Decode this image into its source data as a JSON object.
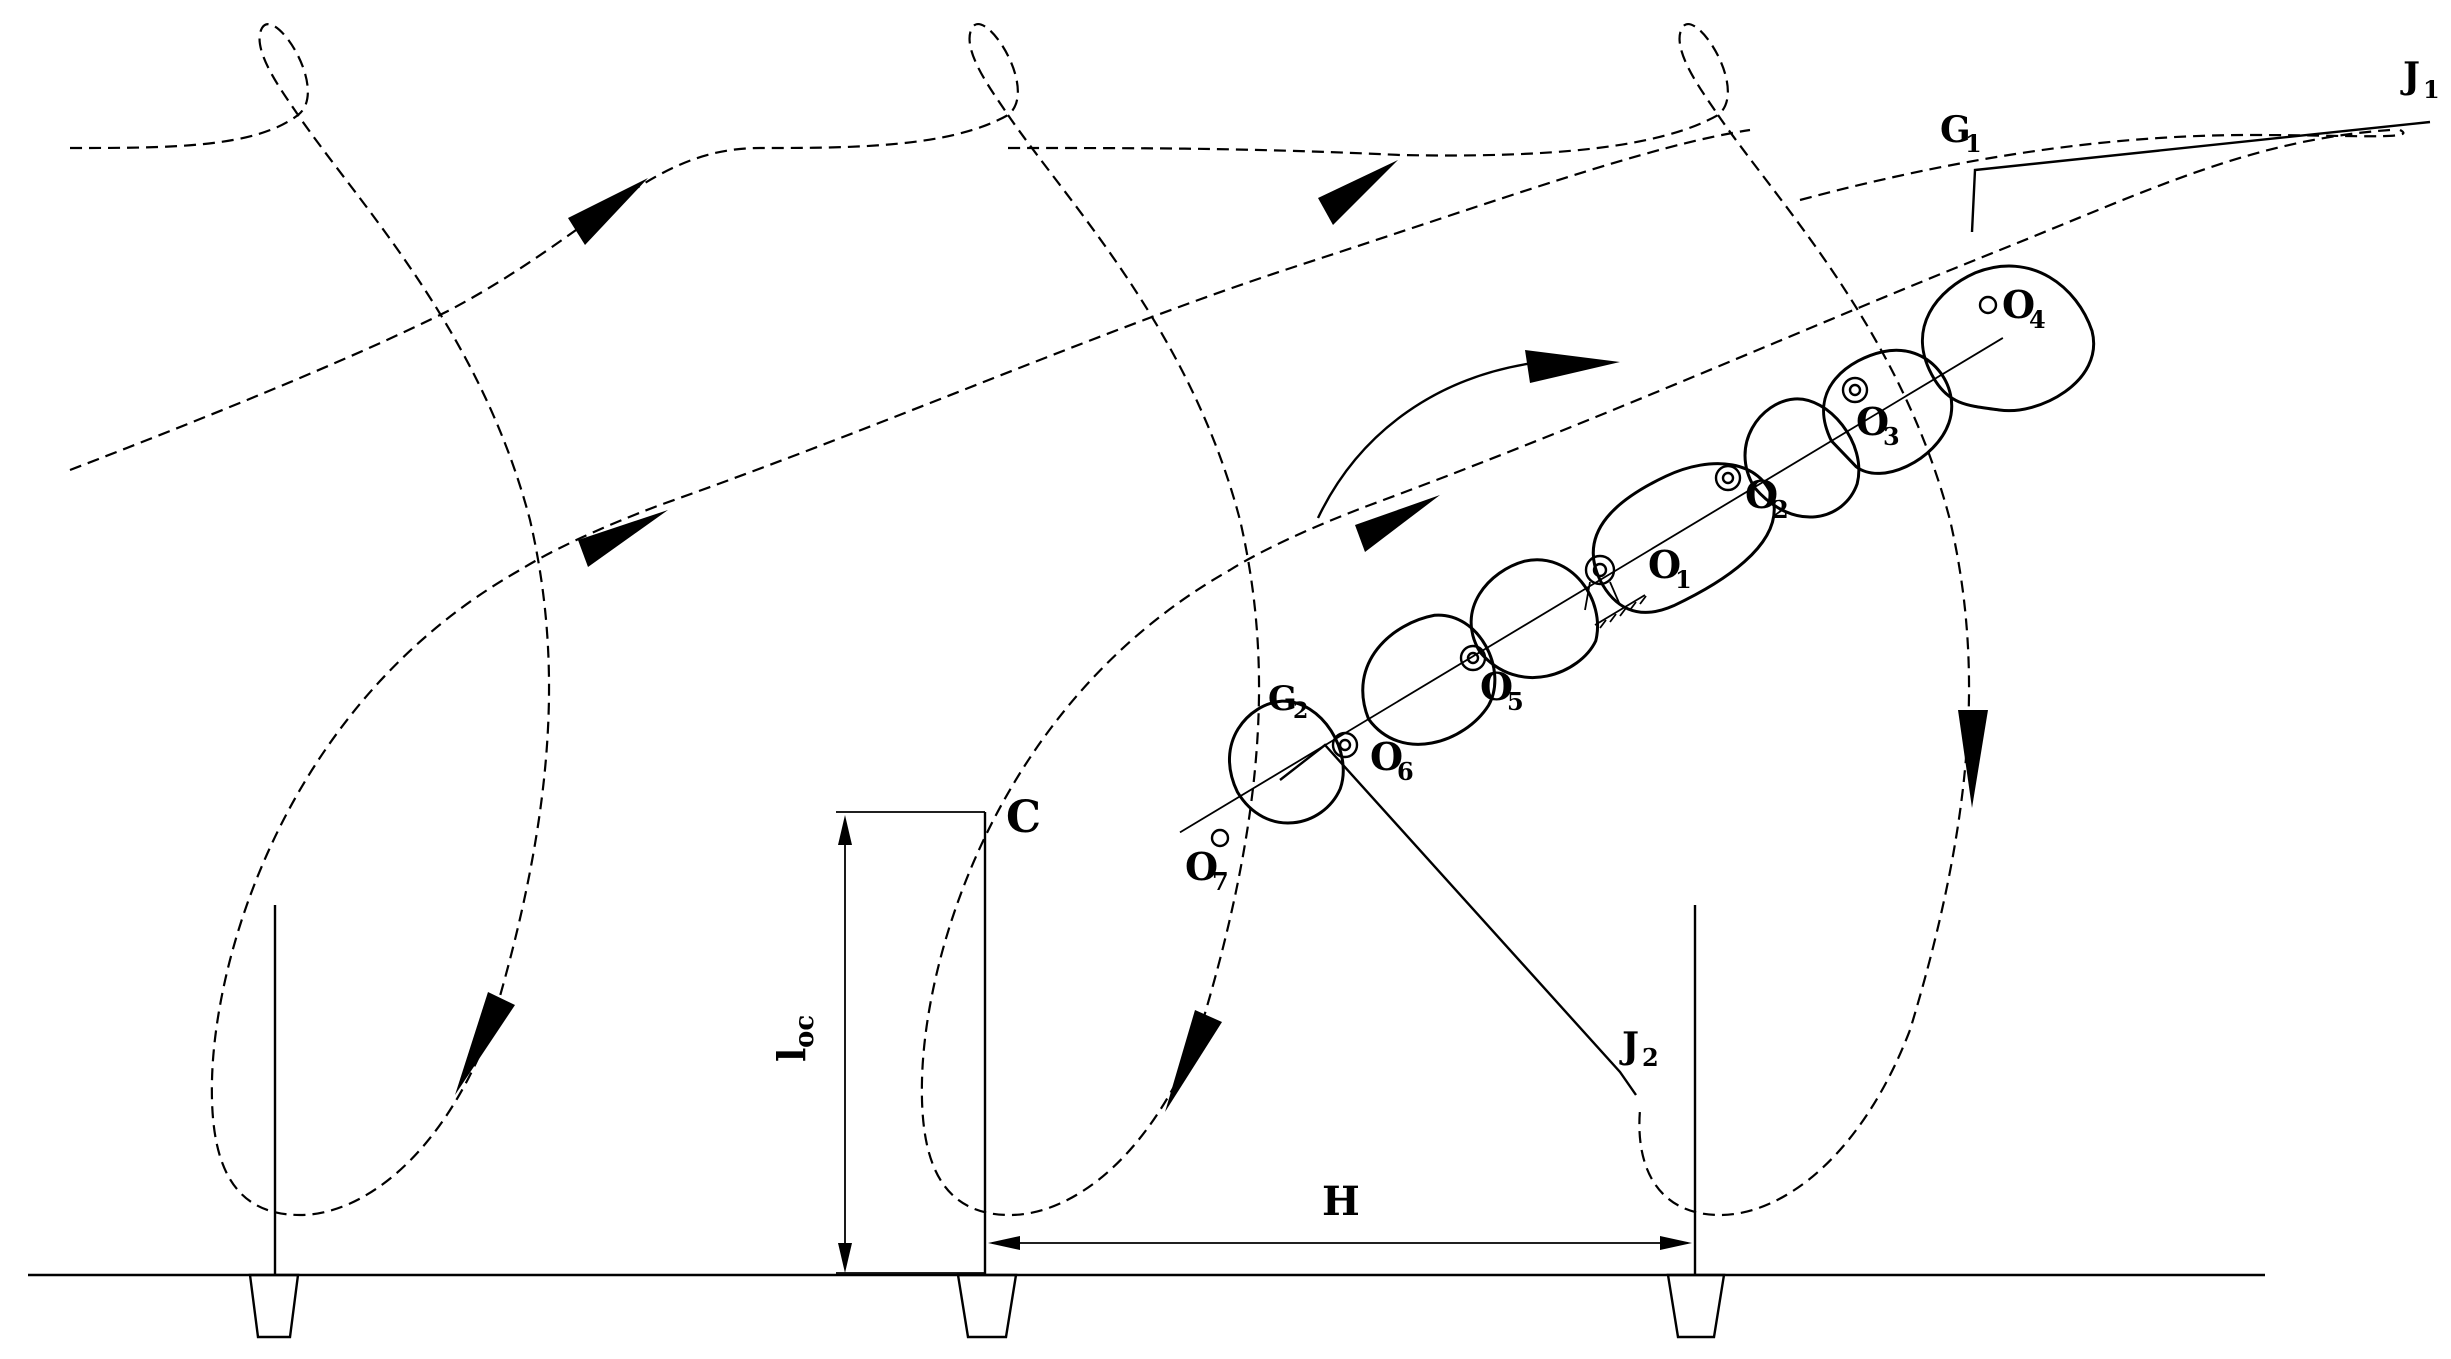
{
  "labels": {
    "c": "C",
    "loc": "l",
    "loc_sub": "oc",
    "h": "H",
    "g1": "G",
    "g1_sub": "1",
    "j1": "J",
    "j1_sub": "1",
    "g2": "G",
    "g2_sub": "2",
    "j2": "J",
    "j2_sub": "2",
    "o1": "O",
    "o1_sub": "1",
    "o2": "O",
    "o2_sub": "2",
    "o3": "O",
    "o3_sub": "3",
    "o4": "O",
    "o4_sub": "4",
    "o5": "O",
    "o5_sub": "5",
    "o6": "O",
    "o6_sub": "6",
    "o7": "O",
    "o7_sub": "7"
  },
  "colors": {
    "line": "#000000",
    "background": "#ffffff"
  }
}
